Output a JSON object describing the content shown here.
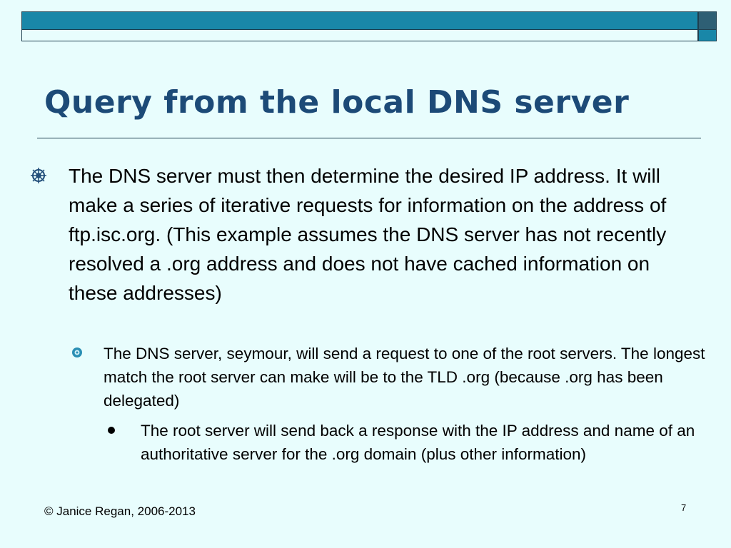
{
  "slide": {
    "title": "Query from the local DNS server",
    "bullets": {
      "level1": "The DNS server must then determine the desired IP address. It will make a series of iterative requests for information on the address of ftp.isc.org. (This example assumes the DNS server has not recently resolved a .org address and does not have cached information on these addresses)",
      "level2": "The DNS server, seymour, will send a request to one of the root servers. The longest match the root server can make will be to the TLD .org (because .org has been delegated)",
      "level3": "The root server will send back a response with the IP address and name of an authoritative server for the .org domain (plus other information)"
    },
    "footer": "© Janice Regan, 2006-2013",
    "page_number": "7"
  },
  "colors": {
    "background": "#e8fdfd",
    "title": "#1c4a77",
    "bar": "#1987a8",
    "bar_dark": "#2e5f74"
  },
  "icons": {
    "level1_bullet": "wheel-bullet-icon",
    "level2_bullet": "flower-bullet-icon",
    "level3_bullet": "dot-bullet-icon"
  }
}
